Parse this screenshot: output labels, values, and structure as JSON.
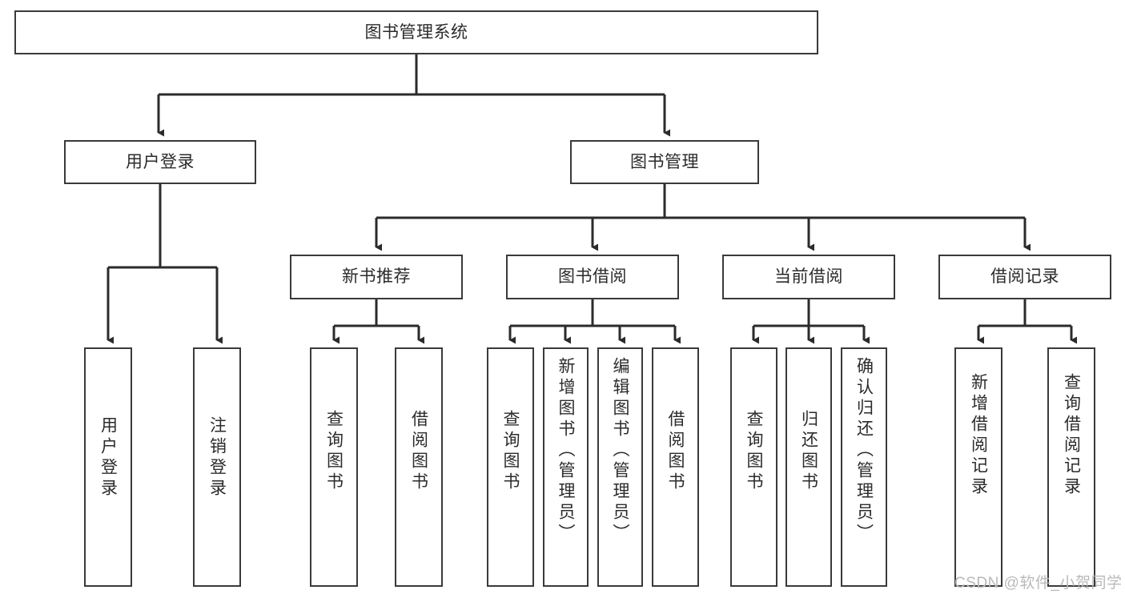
{
  "diagram": {
    "title": "图书管理系统",
    "type": "tree",
    "colors": {
      "box_border": "#3a3a3a",
      "box_fill": "#ffffff",
      "connector": "#2b2b2b",
      "text": "#2b2b2b",
      "watermark": "#b9b9b9",
      "background": "#ffffff"
    },
    "watermark": "CSDN @软件_小贺同学"
  },
  "nodes": {
    "root": {
      "label": "图书管理系统"
    },
    "level2": [
      {
        "id": "user-login",
        "label": "用户登录"
      },
      {
        "id": "book-manage",
        "label": "图书管理"
      }
    ],
    "level3": [
      {
        "id": "new-book-recommend",
        "label": "新书推荐"
      },
      {
        "id": "book-borrow",
        "label": "图书借阅"
      },
      {
        "id": "current-borrow",
        "label": "当前借阅"
      },
      {
        "id": "borrow-record",
        "label": "借阅记录"
      }
    ],
    "leaves": {
      "user_login": [
        {
          "id": "leaf-user-login",
          "label": "用户登录"
        },
        {
          "id": "leaf-user-logout",
          "label": "注销登录"
        }
      ],
      "new_book_recommend": [
        {
          "id": "leaf-query-book-1",
          "label": "查询图书"
        },
        {
          "id": "leaf-borrow-book-1",
          "label": "借阅图书"
        }
      ],
      "book_borrow": [
        {
          "id": "leaf-query-book-2",
          "label": "查询图书"
        },
        {
          "id": "leaf-add-book",
          "label": "新增图书（管理员）"
        },
        {
          "id": "leaf-edit-book",
          "label": "编辑图书（管理员）"
        },
        {
          "id": "leaf-borrow-book-2",
          "label": "借阅图书"
        }
      ],
      "current_borrow": [
        {
          "id": "leaf-query-book-3",
          "label": "查询图书"
        },
        {
          "id": "leaf-return-book",
          "label": "归还图书"
        },
        {
          "id": "leaf-confirm-return",
          "label": "确认归还（管理员）"
        }
      ],
      "borrow_record": [
        {
          "id": "leaf-add-record",
          "label": "新增借阅记录"
        },
        {
          "id": "leaf-query-record",
          "label": "查询借阅记录"
        }
      ]
    }
  }
}
